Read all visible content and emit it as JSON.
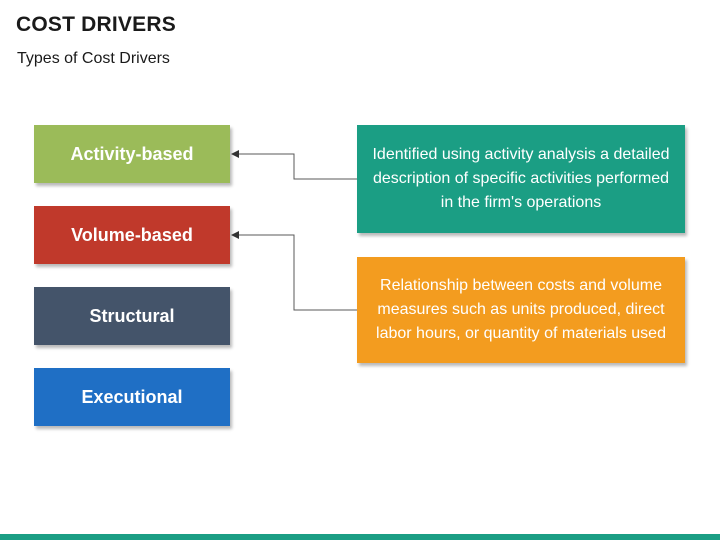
{
  "title": "COST DRIVERS",
  "subtitle": "Types of Cost Drivers",
  "categories": [
    {
      "label": "Activity-based",
      "color": "#9bbb59"
    },
    {
      "label": "Volume-based",
      "color": "#c0392b"
    },
    {
      "label": "Structural",
      "color": "#44546a"
    },
    {
      "label": "Executional",
      "color": "#1f6fc5"
    }
  ],
  "descriptions": [
    {
      "text": "Identified using activity analysis a detailed description of specific activities performed in the firm's operations",
      "color": "#1b9e84"
    },
    {
      "text": "Relationship between costs and volume measures such as units produced, direct labor hours, or quantity of materials used",
      "color": "#f39c1f"
    }
  ],
  "colors": {
    "bottom_bar": "#1b9e84",
    "connector": "#595959"
  }
}
